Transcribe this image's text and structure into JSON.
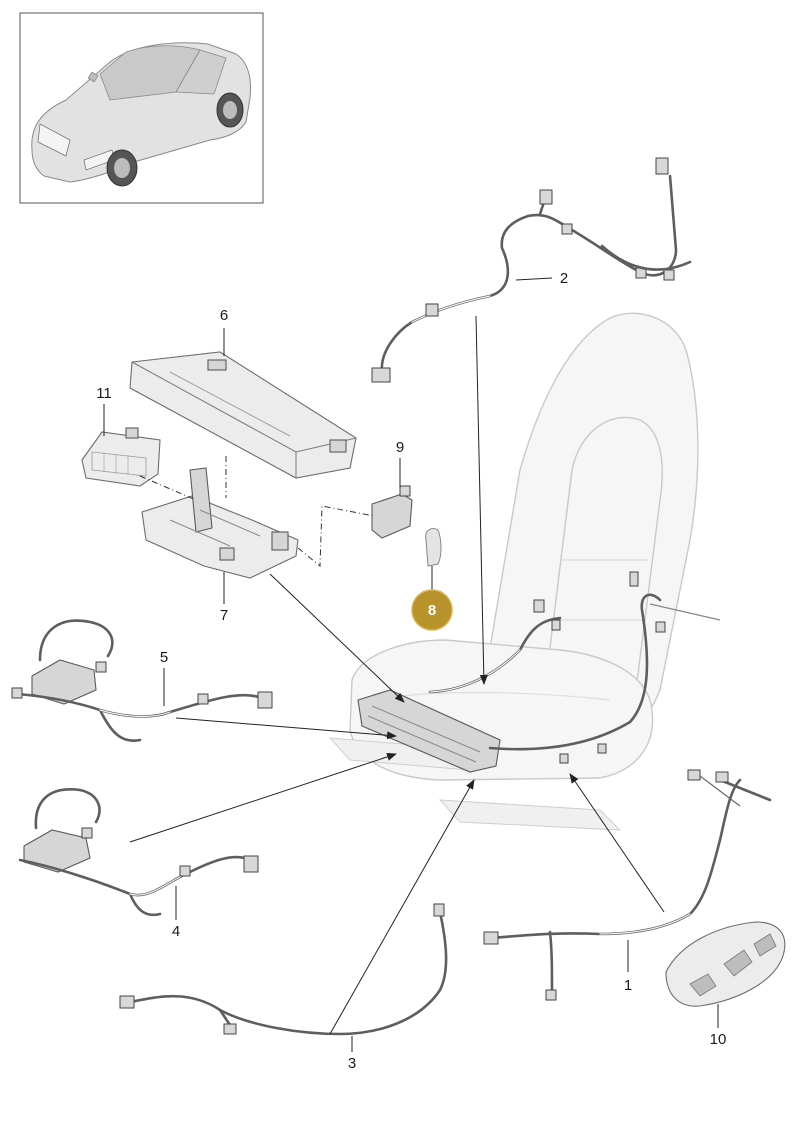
{
  "callouts": [
    {
      "id": "1",
      "label": "1"
    },
    {
      "id": "2",
      "label": "2"
    },
    {
      "id": "3",
      "label": "3"
    },
    {
      "id": "4",
      "label": "4"
    },
    {
      "id": "5",
      "label": "5"
    },
    {
      "id": "6",
      "label": "6"
    },
    {
      "id": "7",
      "label": "7"
    },
    {
      "id": "8",
      "label": "8",
      "highlighted": true
    },
    {
      "id": "9",
      "label": "9"
    },
    {
      "id": "10",
      "label": "10"
    },
    {
      "id": "11",
      "label": "11"
    }
  ],
  "colors": {
    "highlight_badge": "#b8922b",
    "highlight_badge_ring": "#d9b24c",
    "line": "#222222",
    "part_fill": "#ececec",
    "seat_fill": "#f6f6f6"
  },
  "icons": {
    "thumbnail": "car-thumbnail-icon",
    "seat": "sport-seat-icon"
  }
}
